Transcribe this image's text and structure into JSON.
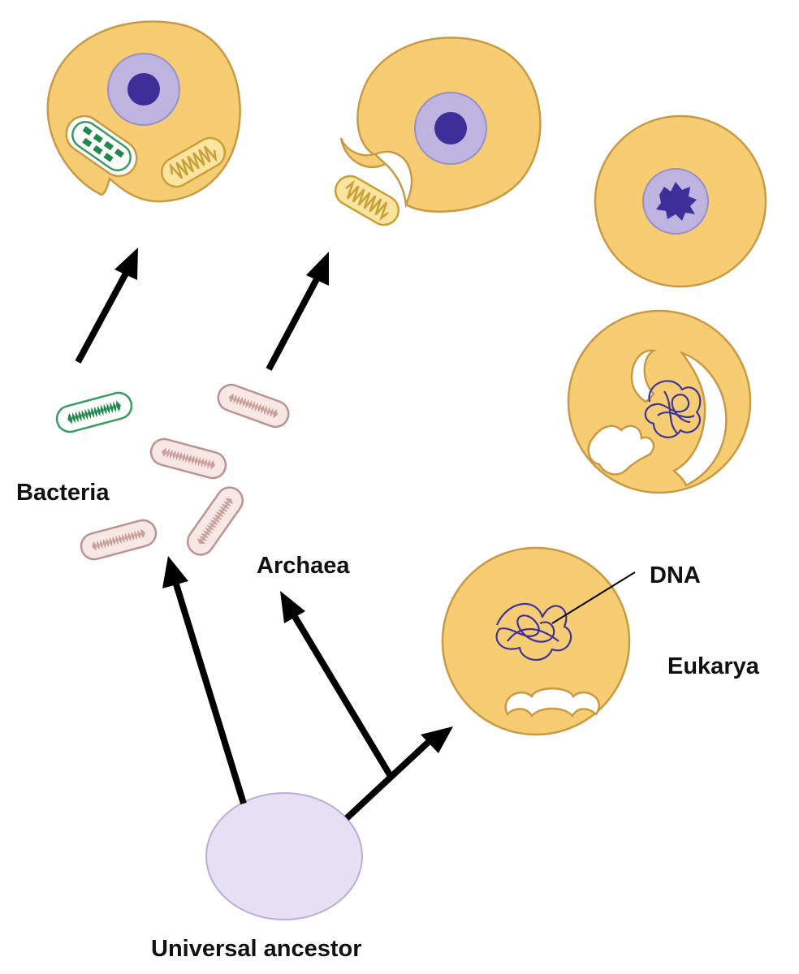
{
  "labels": {
    "bacteria": "Bacteria",
    "archaea": "Archaea",
    "dna": "DNA",
    "eukarya": "Eukarya",
    "universal_ancestor": "Universal ancestor"
  },
  "colors": {
    "cell_fill": "#F7CD74",
    "cell_outline": "#C89A45",
    "nuclear_envelope": "#BDB4DF",
    "nucleus": "#3E2E9A",
    "ancestor": "#E6E0F4",
    "bacterium": "#1F8A4C",
    "archaeon": "#C9A09A",
    "mitochondrion": "#FBE4A0",
    "arrow": "#000000"
  }
}
